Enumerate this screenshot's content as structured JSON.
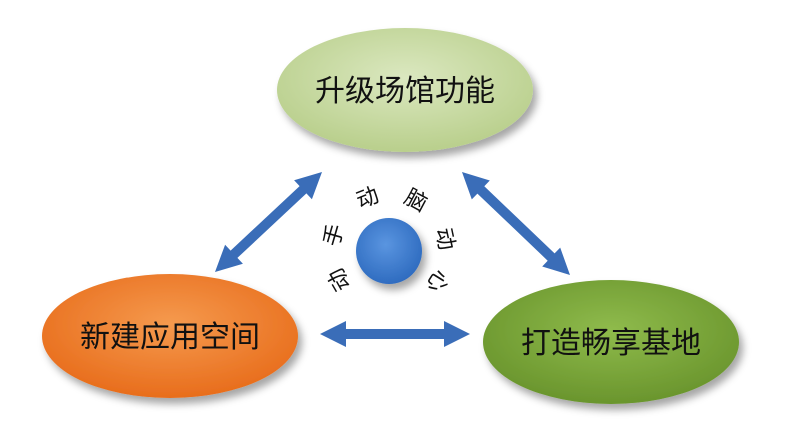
{
  "nodes": {
    "top": {
      "label": "升级场馆功能",
      "color": "#c6d9a0"
    },
    "left": {
      "label": "新建应用空间",
      "color": "#ee7a2a"
    },
    "right": {
      "label": "打造畅享基地",
      "color": "#7aa53a"
    }
  },
  "center": {
    "color": "#3f7fd1",
    "ring_text": [
      "动",
      "脑",
      "动",
      "心",
      "动",
      "手"
    ]
  },
  "arrow_color": "#3a6db8"
}
